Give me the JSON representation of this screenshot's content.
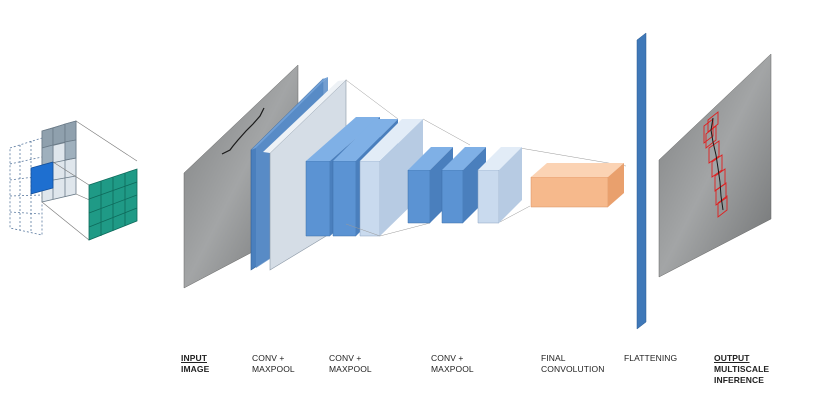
{
  "stages": [
    {
      "id": "input",
      "lines": [
        "INPUT",
        "IMAGE"
      ],
      "emphasis": true
    },
    {
      "id": "conv1",
      "lines": [
        "CONV +",
        "MAXPOOL"
      ],
      "emphasis": false
    },
    {
      "id": "conv2",
      "lines": [
        "CONV +",
        "MAXPOOL"
      ],
      "emphasis": false
    },
    {
      "id": "conv3",
      "lines": [
        "CONV +",
        "MAXPOOL"
      ],
      "emphasis": false
    },
    {
      "id": "final",
      "lines": [
        "FINAL",
        "CONVOLUTION"
      ],
      "emphasis": false
    },
    {
      "id": "flat",
      "lines": [
        "FLATTENING"
      ],
      "emphasis": false
    },
    {
      "id": "output",
      "lines": [
        "OUTPUT",
        "MULTISCALE",
        "INFERENCE"
      ],
      "emphasis": true
    }
  ],
  "colors": {
    "dark_blue": "#4a7fbd",
    "mid_blue": "#5b93d3",
    "light_blue": "#c9daee",
    "pale": "#dce3ea",
    "orange": "#f6b98c",
    "teal": "#1f9a86",
    "crack_red": "#e01f1f",
    "gray_panel": "#8e9091"
  }
}
